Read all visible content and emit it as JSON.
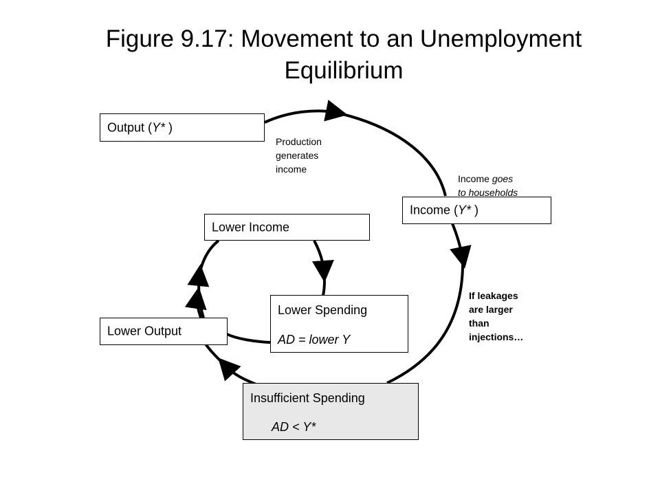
{
  "title": "Figure 9.17: Movement to an Unemployment\nEquilibrium",
  "boxes": {
    "output": {
      "prefix": "Output (",
      "var": "Y*",
      "suffix": " )"
    },
    "income": {
      "prefix": "Income (",
      "var": "Y*",
      "suffix": " )"
    },
    "lower_income": "Lower Income",
    "lower_output": "Lower Output",
    "lower_spending": {
      "line1": "Lower Spending",
      "line2": "AD =  lower Y"
    },
    "insufficient_spending": {
      "line1": "Insufficient Spending",
      "line2": "AD < Y*"
    }
  },
  "notes": {
    "production": "Production\ngenerates\nincome",
    "income_goes": {
      "line1_plain": "Income ",
      "line1_italic": "goes",
      "line2_italic": "to households"
    },
    "leakages": "If leakages\nare larger\nthan\ninjections…"
  },
  "colors": {
    "line": "#000000",
    "shaded_box": "#e8e8e8"
  }
}
